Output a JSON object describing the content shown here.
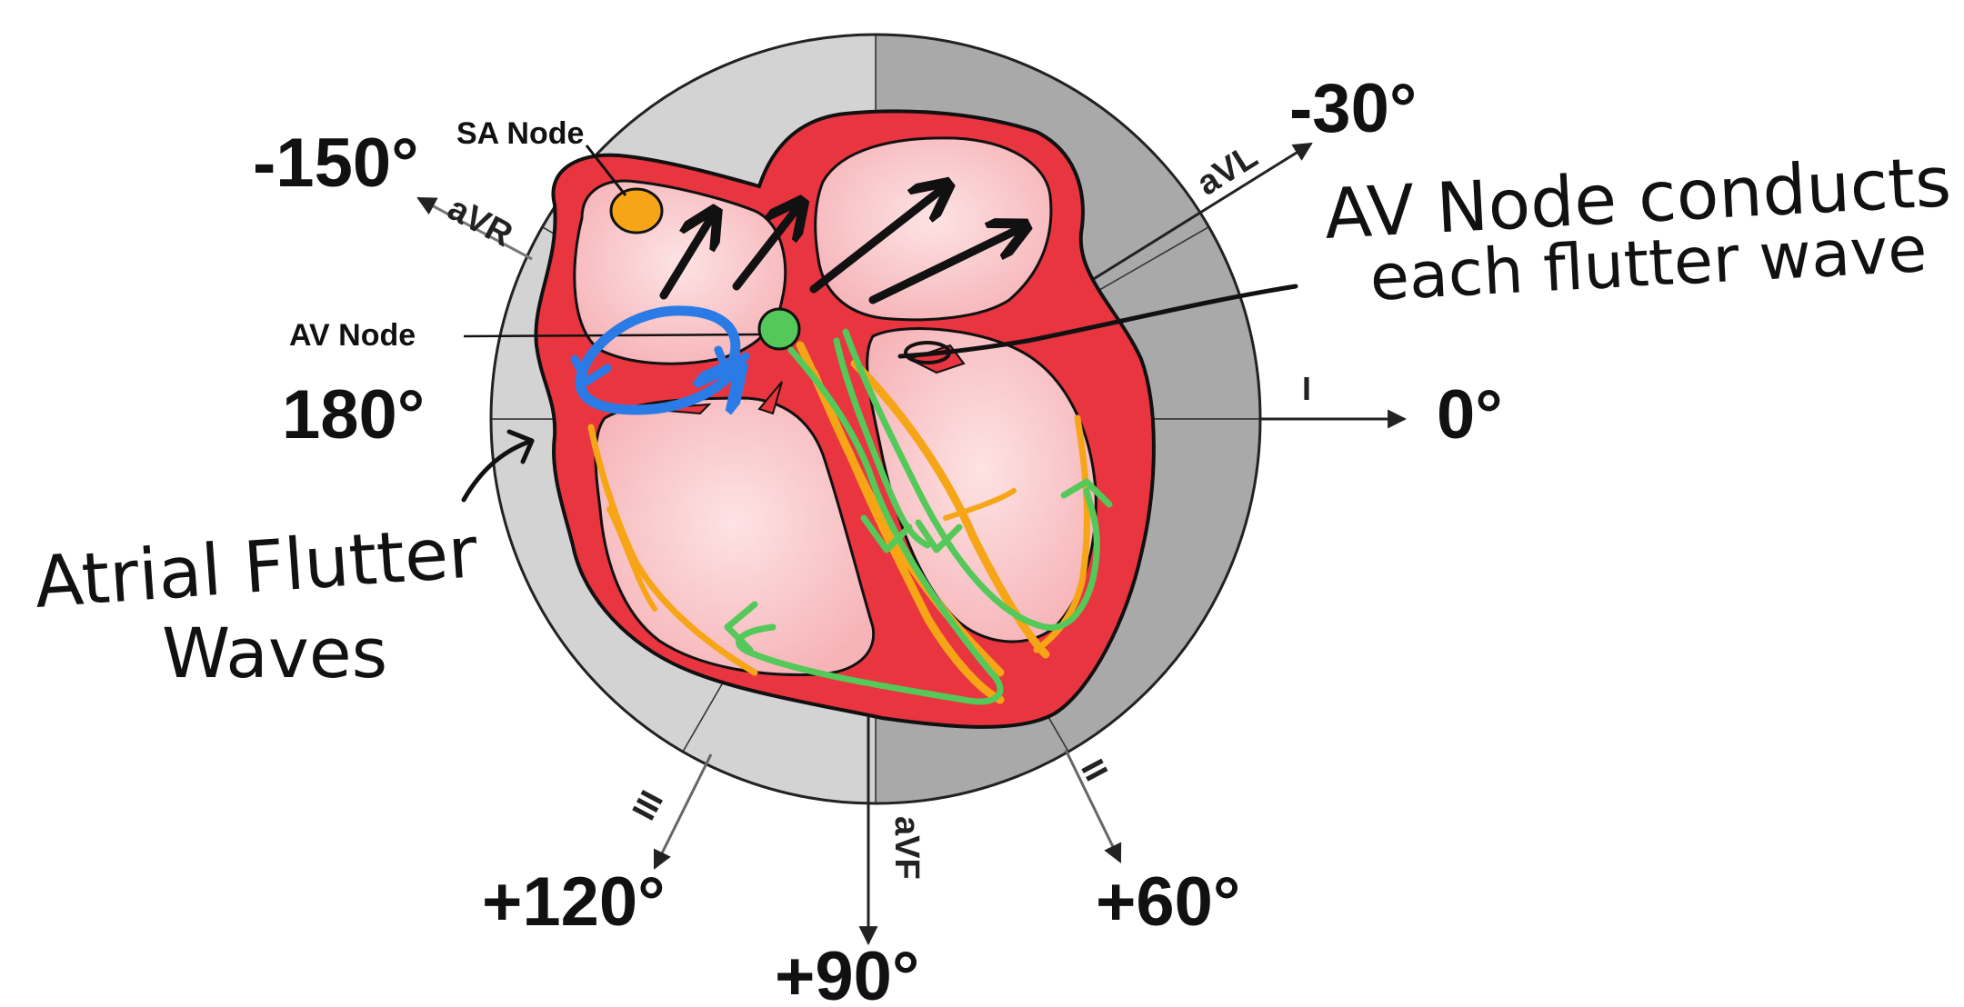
{
  "angles": {
    "deg_0": "0°",
    "deg_neg30": "-30°",
    "deg_neg150": "-150°",
    "deg_180": "180°",
    "deg_60": "+60°",
    "deg_90": "+90°",
    "deg_120": "+120°"
  },
  "leads": {
    "i": "I",
    "ii": "II",
    "iii": "III",
    "avr": "aVR",
    "avl": "aVL",
    "avf": "aVF"
  },
  "labels": {
    "sa_node": "SA Node",
    "av_node": "AV Node"
  },
  "annotations": {
    "right_line1": "AV Node conducts",
    "right_line2": "each flutter wave",
    "left_line1": "Atrial Flutter",
    "left_line2": "Waves"
  },
  "colors": {
    "ring_light": "#d3d3d3",
    "ring_dark": "#a9a9a9",
    "myocardium": "#e8353f",
    "chamber": "#f9c9cb",
    "conduction": "#f5a516",
    "sa_node": "#f5a516",
    "av_node": "#55c85a",
    "flutter_loop": "#2b7be6",
    "depolarization": "#55c85a",
    "atrial_arrows": "#111111"
  }
}
